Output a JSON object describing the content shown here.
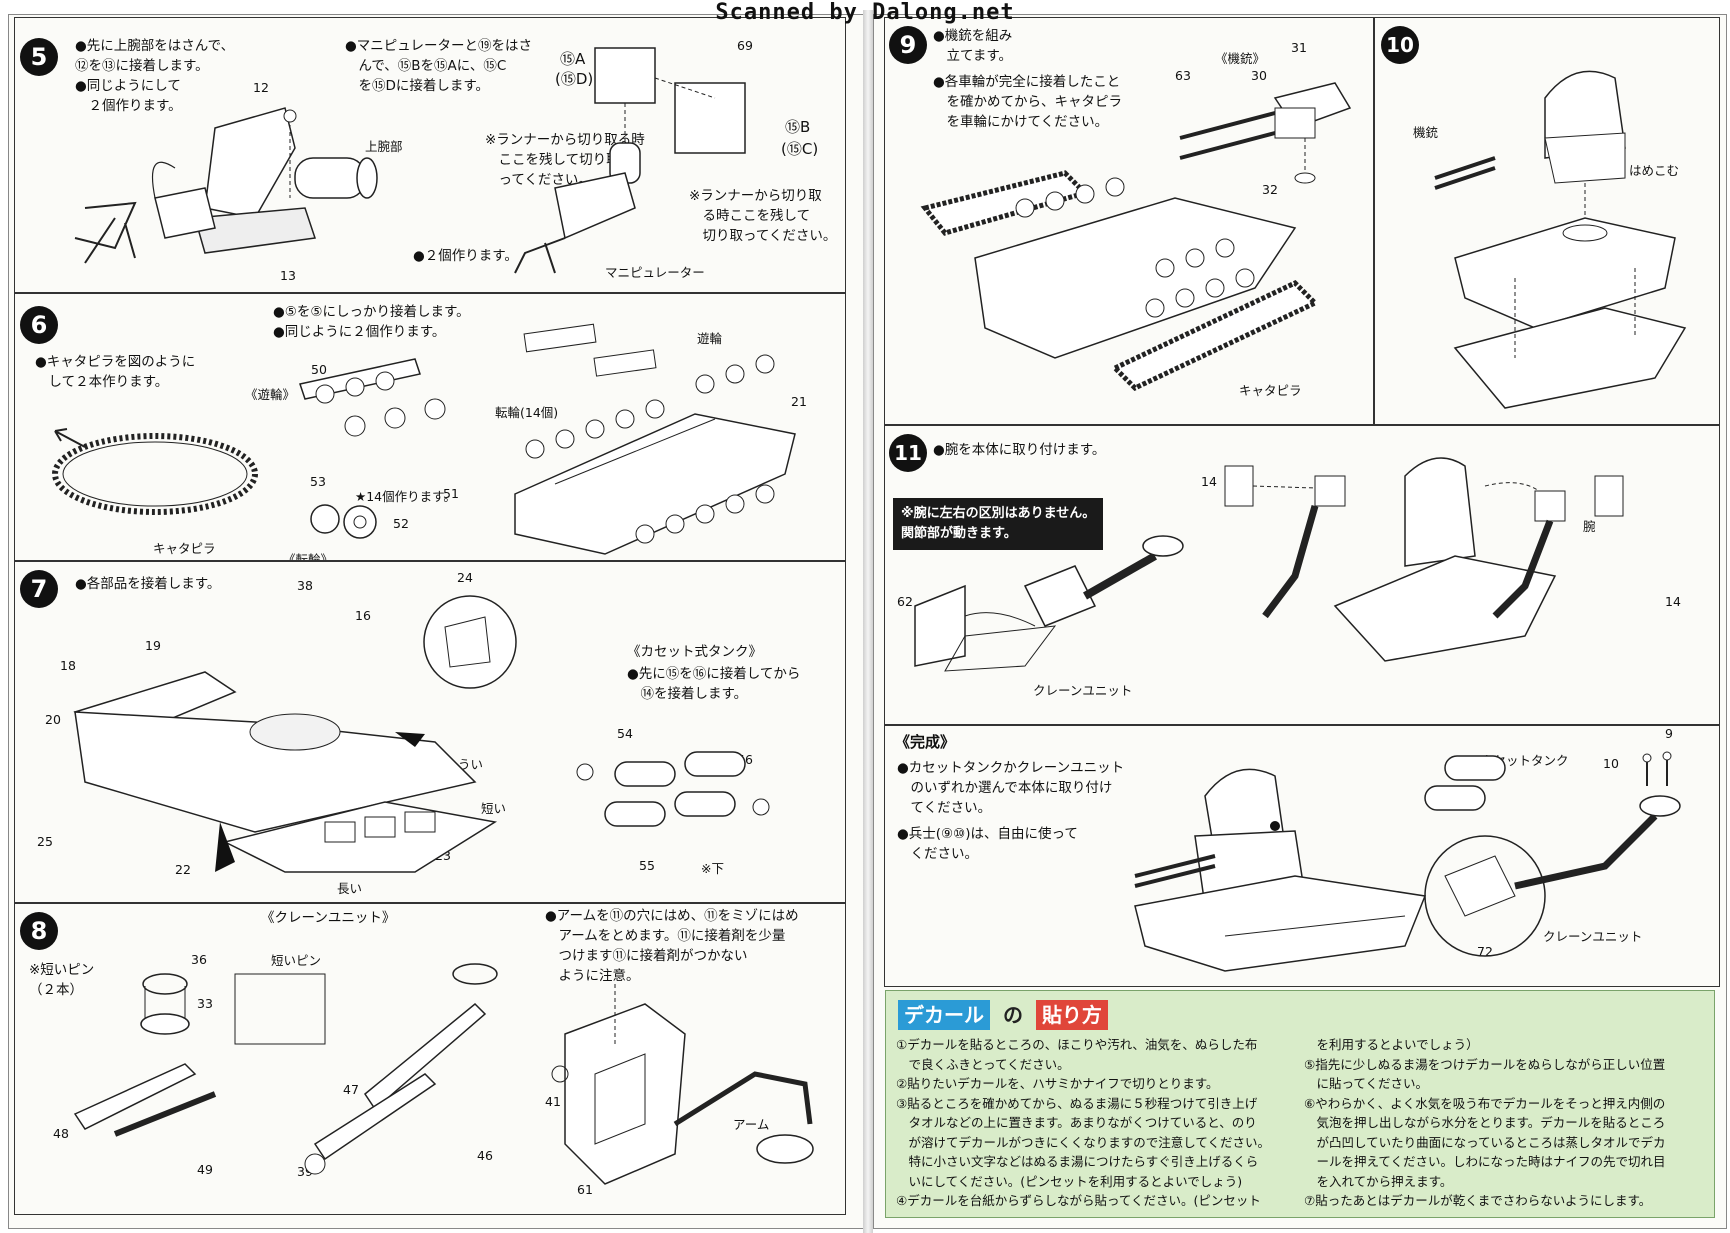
{
  "header": {
    "credit": "Scanned by Dalong.net"
  },
  "step5": {
    "num": "5",
    "text_left": [
      "●先に上腕部をはさんで、",
      "⑫を⑬に接着します。",
      "●同じようにして",
      "　２個作ります。"
    ],
    "text_mid": [
      "●マニピュレーターと⑲をはさ",
      "　んで、⑮Bを⑮Aに、⑮C",
      "　を⑮Dに接着します。"
    ],
    "note1": [
      "※ランナーから切り取る時",
      "　ここを残して切り取",
      "　ってください。"
    ],
    "note2": [
      "※ランナーから切り取",
      "　る時ここを残して",
      "　切り取ってください。"
    ],
    "count": "●２個作ります。",
    "labels": {
      "upper_arm": "上腕部",
      "manipulator": "マニピュレーター",
      "p12": "12",
      "p13": "13",
      "p15a": "⑮A",
      "p15d": "(⑮D)",
      "p15b": "⑮B",
      "p15c": "(⑮C)",
      "p69": "69"
    }
  },
  "step6": {
    "num": "6",
    "text_left": [
      "●キャタピラを図のように",
      "　して２本作ります。"
    ],
    "text_top": [
      "●⑤を⑤にしっかり接着します。",
      "●同じように２個作ります。"
    ],
    "labels": {
      "idler": "《遊輪》",
      "idler2": "遊輪",
      "road": "《転輪》",
      "road14": "転輪(14個)",
      "count14": "★14個作ります。",
      "track": "キャタピラ",
      "p50": "50",
      "p51": "51",
      "p52": "52",
      "p53": "53",
      "p21": "21"
    }
  },
  "step7": {
    "num": "7",
    "text": "●各部品を接着します。",
    "cassette_title": "《カセット式タンク》",
    "cassette_text": [
      "●先に⑮を⑯に接着してから",
      "　⑭を接着します。"
    ],
    "labels": {
      "caution": "ちゅうい",
      "short": "短い",
      "long": "長い",
      "below": "※下",
      "p16": "16",
      "p18": "18",
      "p19": "19",
      "p20": "20",
      "p22": "22",
      "p23": "23",
      "p24": "24",
      "p25": "25",
      "p38": "38",
      "p54": "54",
      "p55": "55",
      "p56": "56"
    }
  },
  "step8": {
    "num": "8",
    "crane_title": "《クレーンユニット》",
    "pin_note": [
      "※短いピン",
      "（２本）"
    ],
    "pin_label": "短いピン",
    "text": [
      "●アームを⑪の穴にはめ、⑪をミゾにはめ",
      "　アームをとめます。⑪に接着剤を少量",
      "　つけます⑪に接着剤がつかない",
      "　ように注意。"
    ],
    "labels": {
      "arm": "アーム",
      "p33": "33",
      "p36": "36",
      "p39": "39",
      "p41": "41",
      "p46": "46",
      "p47": "47",
      "p48": "48",
      "p49": "49",
      "p61": "61"
    }
  },
  "step9": {
    "num": "9",
    "text": [
      "●機銃を組み",
      "　立てます。",
      "●各車輪が完全に接着したこと",
      "　を確かめてから、キャタピラ",
      "　を車輪にかけてください。"
    ],
    "labels": {
      "mg": "《機銃》",
      "track": "キャタピラ",
      "p30": "30",
      "p31": "31",
      "p32": "32",
      "p63": "63"
    }
  },
  "step10": {
    "num": "10",
    "labels": {
      "mg": "機銃",
      "fit": "はめこむ"
    }
  },
  "step11": {
    "num": "11",
    "text": "●腕を本体に取り付けます。",
    "note": [
      "※腕に左右の区別はありません。",
      "関節部が動きます。"
    ],
    "labels": {
      "arm": "腕",
      "crane": "クレーンユニット",
      "p14a": "14",
      "p14b": "14",
      "p62": "62"
    }
  },
  "complete": {
    "title": "《完成》",
    "text": [
      "●カセットタンクかクレーンユニット",
      "　のいずれか選んで本体に取り付け",
      "　てください。",
      "●兵士(⑨⑩)は、自由に使って",
      "　ください。"
    ],
    "labels": {
      "tank": "カセットタンク",
      "crane": "クレーンユニット",
      "p9": "9",
      "p10": "10",
      "p72": "72"
    }
  },
  "decal": {
    "title_a": "デカール",
    "title_b": "の",
    "title_c": "貼り方",
    "left_steps": [
      "①デカールを貼るところの、ほこりや汚れ、油気を、ぬらした布",
      "　で良くふきとってください。",
      "②貼りたいデカールを、ハサミかナイフで切りとります。",
      "③貼るところを確かめてから、ぬるま湯に５秒程つけて引き上げ",
      "　タオルなどの上に置きます。あまりながくつけていると、のり",
      "　が溶けてデカールがつきにくくなりますので注意してください。",
      "　特に小さい文字などはぬるま湯につけたらすぐ引き上げるくら",
      "　いにしてください。(ピンセットを利用するとよいでしょう)",
      "④デカールを台紙からずらしながら貼ってください。(ピンセット"
    ],
    "right_steps": [
      "　を利用するとよいでしょう）",
      "⑤指先に少しぬるま湯をつけデカールをぬらしながら正しい位置",
      "　に貼ってください。",
      "⑥やわらかく、よく水気を吸う布でデカールをそっと押え内側の",
      "　気泡を押し出しながら水分をとります。デカールを貼るところ",
      "　が凸凹していたり曲面になっているところは蒸しタオルでデカ",
      "　ールを押えてください。しわになった時はナイフの先で切れ目",
      "　を入れてから押えます。",
      "⑦貼ったあとはデカールが乾くまでさわらないようにします。"
    ]
  }
}
